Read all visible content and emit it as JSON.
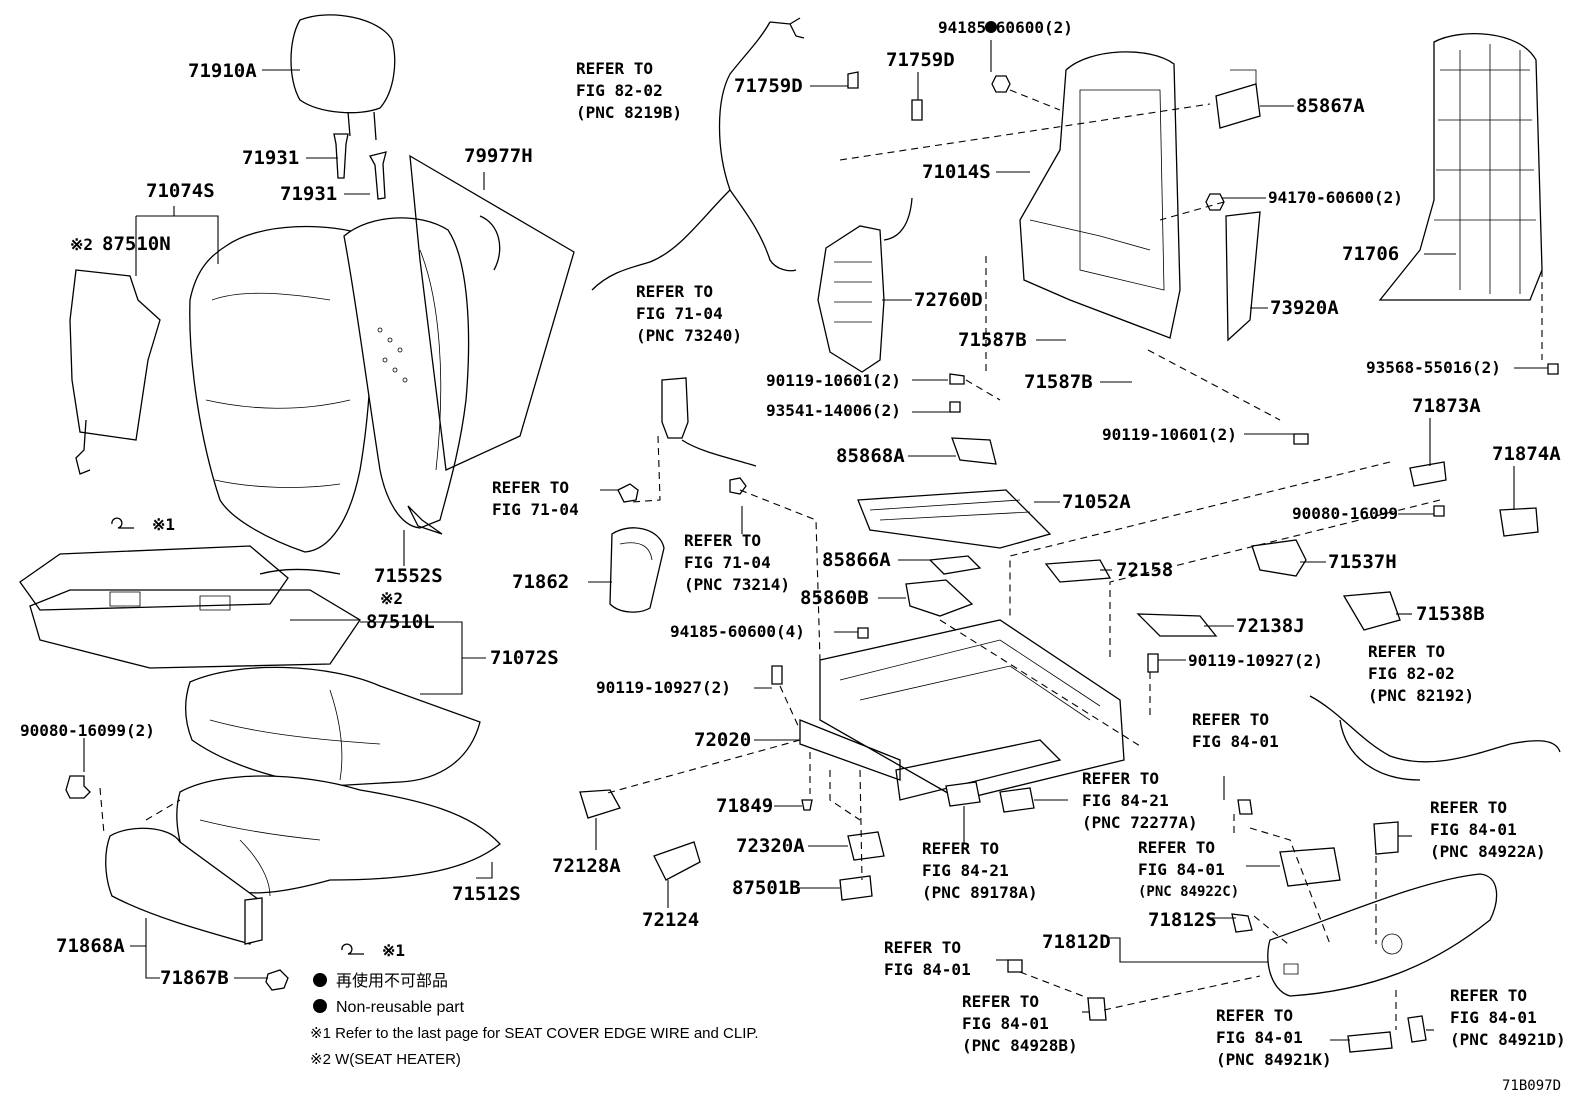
{
  "diagram": {
    "code": "71B097D",
    "part_labels": {
      "p71910A": "71910A",
      "p71931a": "71931",
      "p71931b": "71931",
      "p79977H": "79977H",
      "p71074S": "71074S",
      "p87510N": "87510N",
      "p87510N_mark": "※2",
      "p71552S": "71552S",
      "p71552S_mark": "※2",
      "p87510L": "87510L",
      "p71072S": "71072S",
      "p90080_16099_2": "90080-16099(2)",
      "p71512S": "71512S",
      "p71868A": "71868A",
      "p71867B": "71867B",
      "p71759D_a": "71759D",
      "p71759D_b": "71759D",
      "p94185_60600_2": "94185-60600(2)",
      "p71014S": "71014S",
      "p85867A": "85867A",
      "p94170_60600_2": "94170-60600(2)",
      "p71706": "71706",
      "p72760D": "72760D",
      "p71587B_a": "71587B",
      "p71587B_b": "71587B",
      "p73920A": "73920A",
      "p90119_10601_2a": "90119-10601(2)",
      "p93541_14006_2": "93541-14006(2)",
      "p90119_10601_2b": "90119-10601(2)",
      "p93568_55016_2": "93568-55016(2)",
      "p85868A": "85868A",
      "p71873A": "71873A",
      "p71874A": "71874A",
      "p71052A": "71052A",
      "p90080_16099": "90080-16099",
      "p85866A": "85866A",
      "p72158": "72158",
      "p71537H": "71537H",
      "p71862": "71862",
      "p85860B": "85860B",
      "p71538B": "71538B",
      "p94185_60600_4": "94185-60600(4)",
      "p72138J": "72138J",
      "p90119_10927_2a": "90119-10927(2)",
      "p90119_10927_2b": "90119-10927(2)",
      "p72020": "72020",
      "p71849": "71849",
      "p72128A": "72128A",
      "p72320A": "72320A",
      "p72124": "72124",
      "p87501B": "87501B",
      "p71812D": "71812D",
      "p71812S": "71812S"
    },
    "references": {
      "r1_l1": "REFER TO",
      "r1_l2": "FIG 82-02",
      "r1_l3": "(PNC 8219B)",
      "r2_l1": "REFER TO",
      "r2_l2": "FIG 71-04",
      "r2_l3": "(PNC 73240)",
      "r3_l1": "REFER TO",
      "r3_l2": "FIG 71-04",
      "r4_l1": "REFER TO",
      "r4_l2": "FIG 71-04",
      "r4_l3": "(PNC 73214)",
      "r5_l1": "REFER TO",
      "r5_l2": "FIG 82-02",
      "r5_l3": "(PNC 82192)",
      "r6_l1": "REFER TO",
      "r6_l2": "FIG 84-01",
      "r7_l1": "REFER TO",
      "r7_l2": "FIG 84-21",
      "r7_l3": "(PNC 72277A)",
      "r8_l1": "REFER TO",
      "r8_l2": "FIG 84-21",
      "r8_l3": "(PNC 89178A)",
      "r9_l1": "REFER TO",
      "r9_l2": "FIG 84-01",
      "r9_l3": "(PNC 84922C)",
      "r10_l1": "REFER TO",
      "r10_l2": "FIG 84-01",
      "r10_l3": "(PNC 84922A)",
      "r11_l1": "REFER TO",
      "r11_l2": "FIG 84-01",
      "r12_l1": "REFER TO",
      "r12_l2": "FIG 84-01",
      "r12_l3": "(PNC 84928B)",
      "r13_l1": "REFER TO",
      "r13_l2": "FIG 84-01",
      "r13_l3": "(PNC 84921K)",
      "r14_l1": "REFER TO",
      "r14_l2": "FIG 84-01",
      "r14_l3": "(PNC 84921D)"
    },
    "clip_marks": {
      "clip_a": "※1",
      "clip_b": "※1"
    },
    "legend": {
      "nonreusable_jp": "再使用不可部品",
      "nonreusable_en": "Non-reusable part",
      "note1": "※1  Refer to the last page for SEAT COVER EDGE WIRE and CLIP.",
      "note2": "※2  W(SEAT HEATER)"
    }
  }
}
